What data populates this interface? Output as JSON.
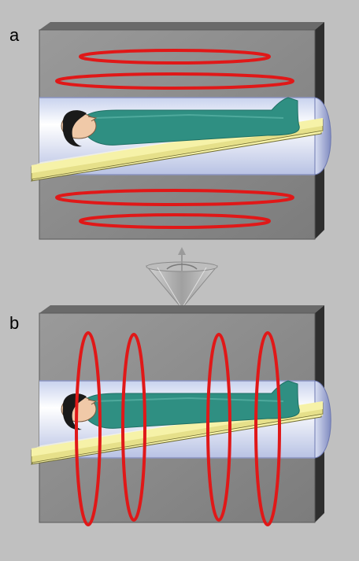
{
  "panels": [
    {
      "label": "a",
      "coil_orientation": "axial"
    },
    {
      "label": "b",
      "coil_orientation": "transverse"
    }
  ],
  "colors": {
    "background": "#c0c0c0",
    "magnet_front": "#8c8c8c",
    "magnet_top": "#6a6a6a",
    "magnet_side": "#2e2e2e",
    "bore": "#dfe8f6",
    "bore_end": "#8c97c8",
    "table": "#f6f2a8",
    "patient": "#2f8f82",
    "coil": "#e01818",
    "arrow": "#a8a8a8"
  },
  "icons": [
    "patient-figure",
    "rotation-cone-icon"
  ]
}
